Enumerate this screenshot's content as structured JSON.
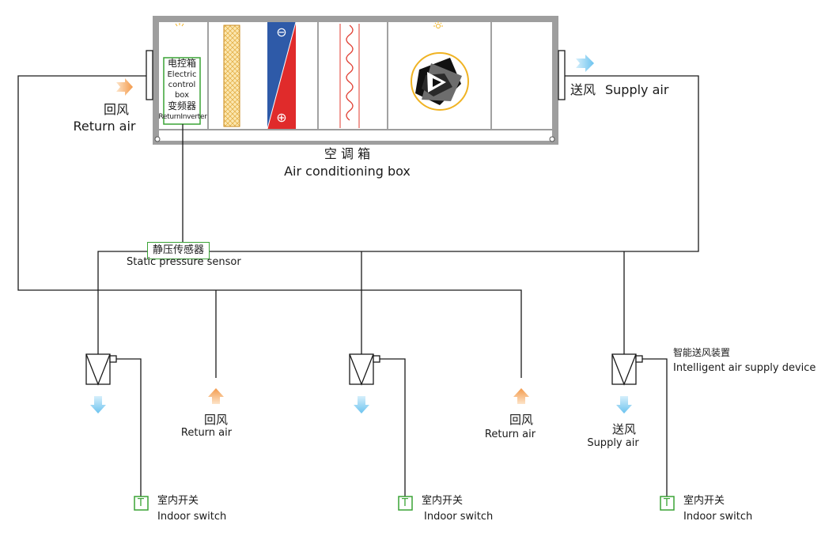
{
  "ahu": {
    "title_cn": "空 调 箱",
    "title_en": "Air conditioning box",
    "control_cn": "电控箱",
    "control_en_1": "Electric",
    "control_en_2": "control",
    "control_en_3": "box",
    "inverter_cn": "变频器",
    "inverter_en": "ReturnInverter",
    "coil_minus": "⊖",
    "coil_plus": "⊕"
  },
  "return_main": {
    "cn": "回风",
    "en": "Return air"
  },
  "supply_main": {
    "cn": "送风",
    "en": "Supply air"
  },
  "sensor": {
    "cn": "静压传感器",
    "en": "Static pressure sensor"
  },
  "terminals": [
    {
      "switch_cn": "室内开关",
      "switch_en": "Indoor switch",
      "switch_icon": "T"
    },
    {
      "switch_cn": "室内开关",
      "switch_en": "Indoor switch",
      "switch_icon": "T"
    },
    {
      "switch_cn": "室内开关",
      "switch_en": "Indoor switch",
      "switch_icon": "T",
      "device_cn": "智能送风装置",
      "device_en": "Intelligent air supply device",
      "supply_cn": "送风",
      "supply_en": "Supply air"
    }
  ],
  "return_outlets": [
    {
      "cn": "回风",
      "en": "Return air"
    },
    {
      "cn": "回风",
      "en": "Return air"
    }
  ],
  "colors": {
    "line": "#1a1a1a",
    "casing": "#9e9e9e",
    "return_arrow": "#f39a4c",
    "supply_arrow": "#6cc3ef",
    "sensor_border": "#3aa335",
    "coil_blue": "#2e5aa8",
    "coil_red": "#e02b2b",
    "heater": "#e03a2e",
    "fan_ring": "#f0b323"
  }
}
